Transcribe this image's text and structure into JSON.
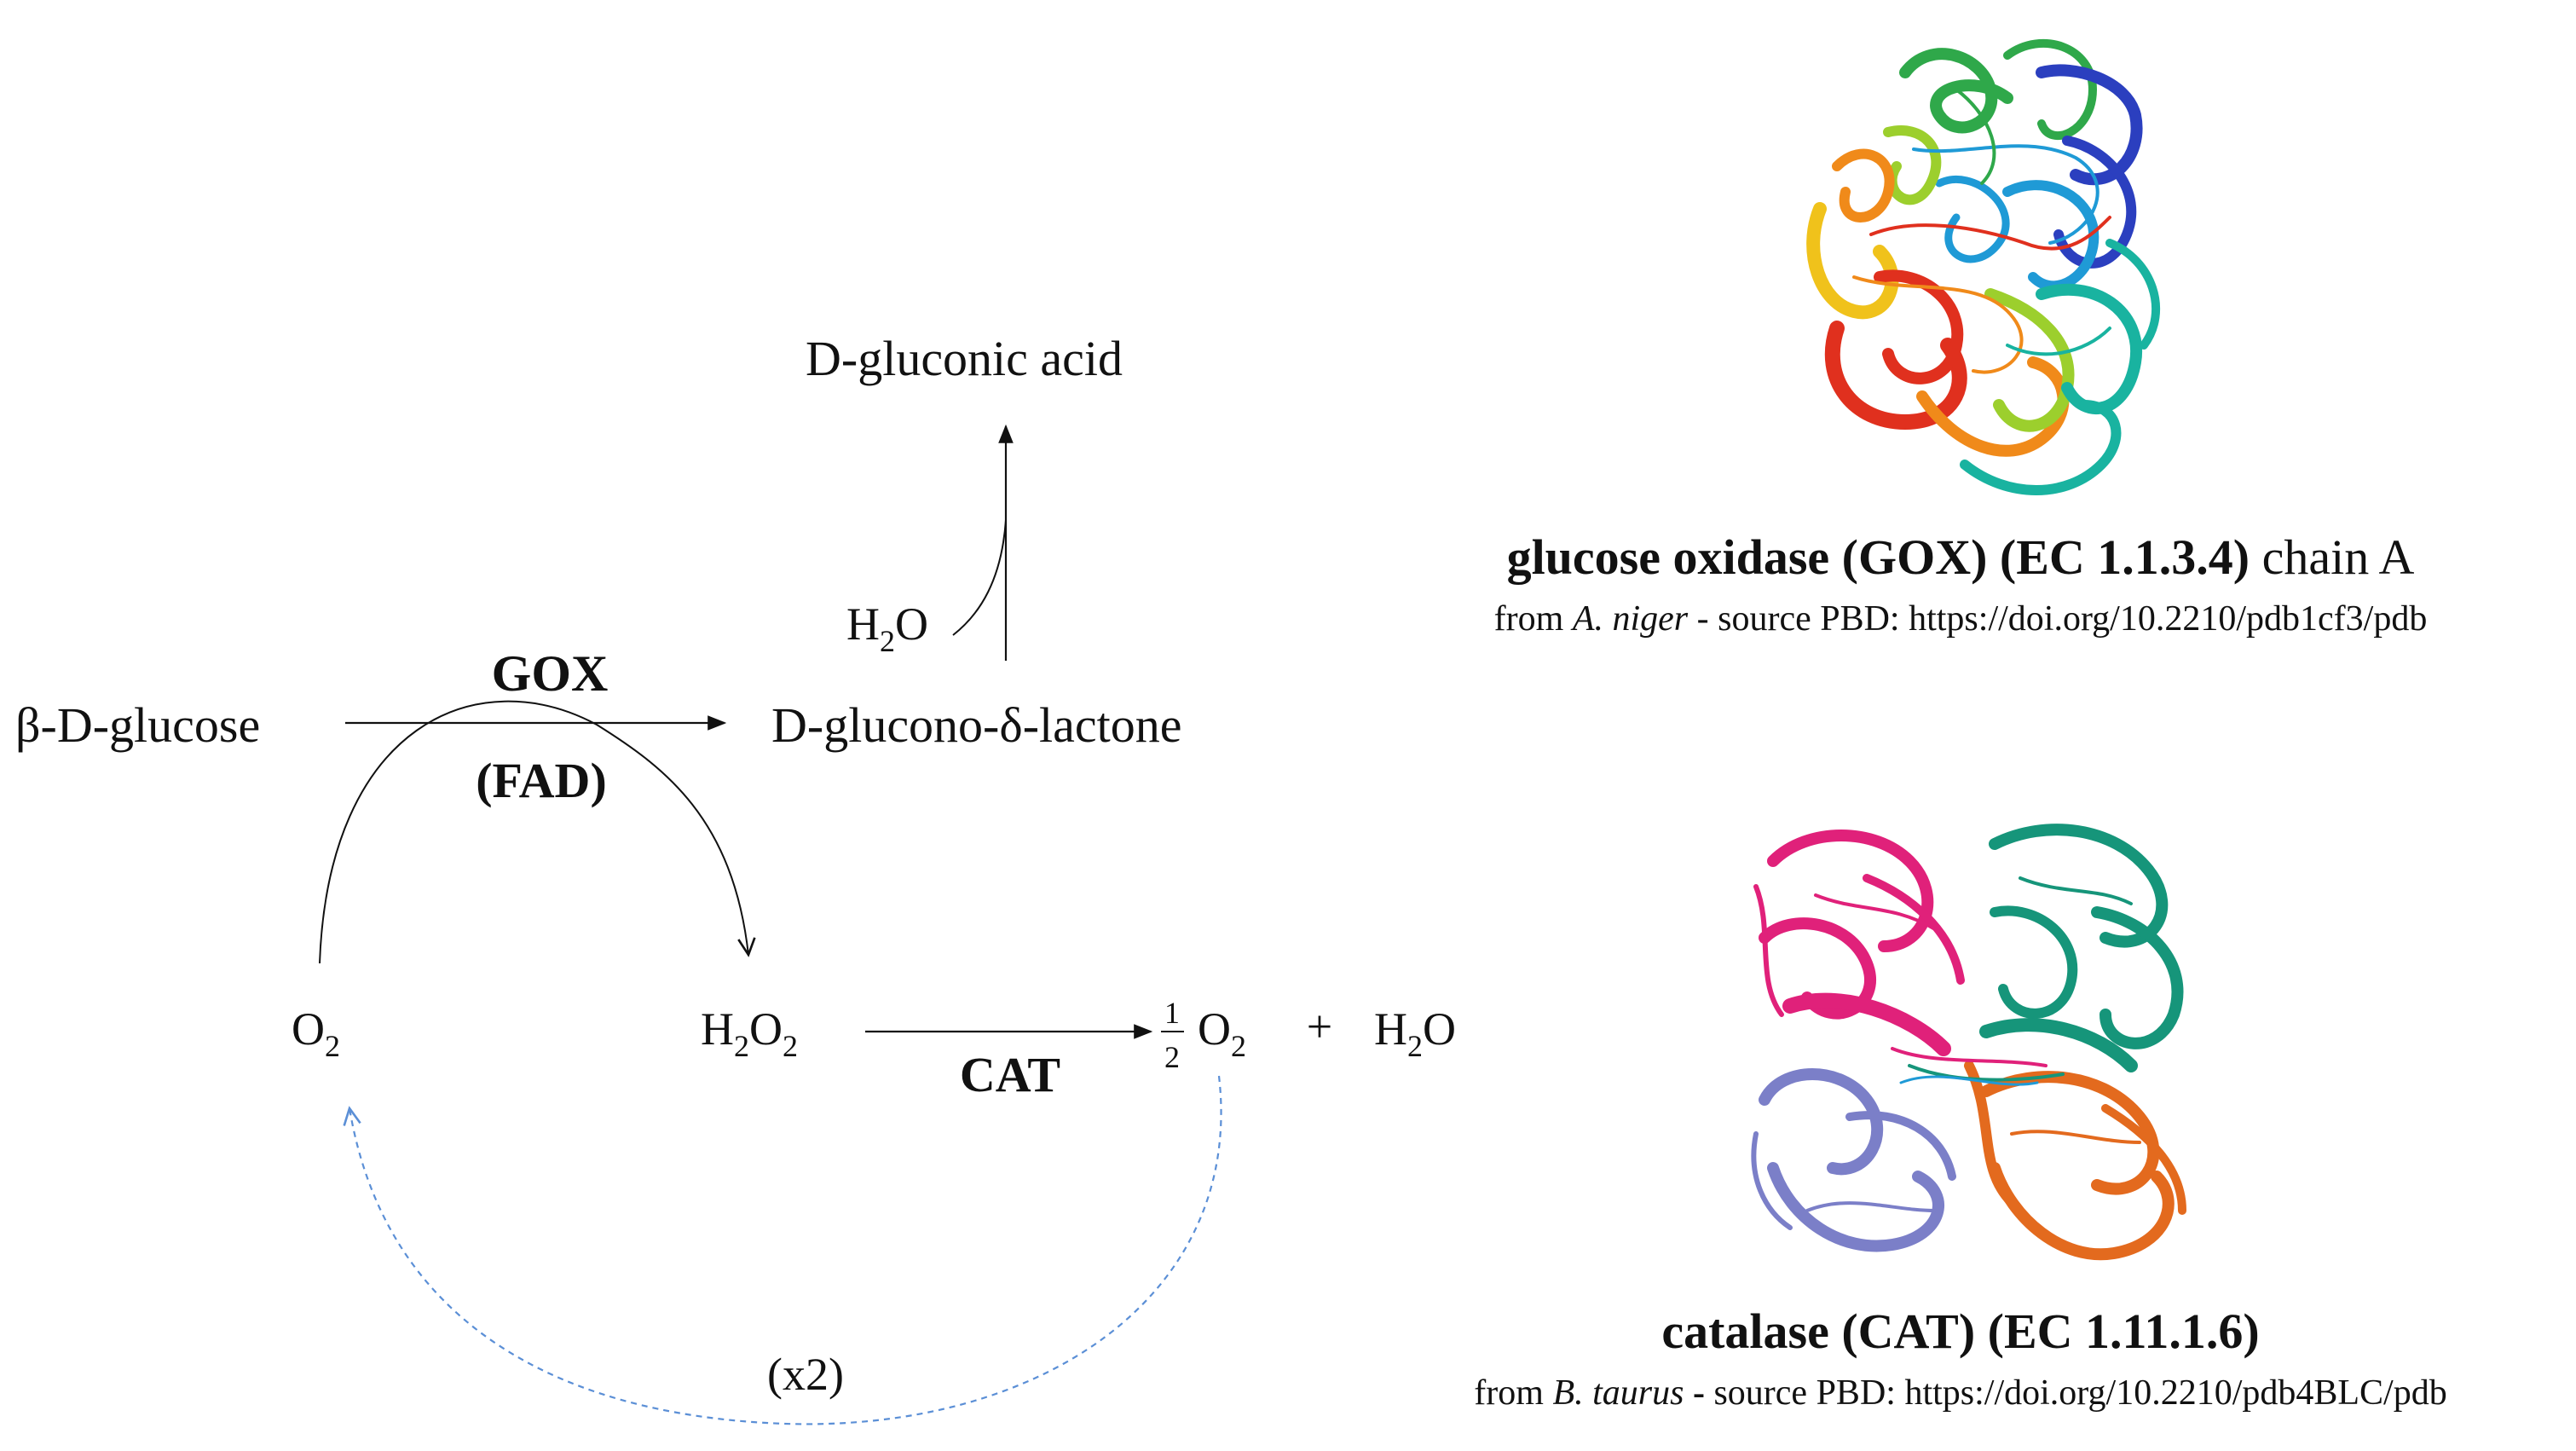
{
  "reaction": {
    "substrate": "β-D-glucose",
    "enzyme_gox": "GOX",
    "cofactor": "(FAD)",
    "lactone": "D-glucono-δ-lactone",
    "acid": "D-gluconic acid",
    "water_in": {
      "base": "H",
      "sub": "2",
      "tail": "O"
    },
    "oxygen": {
      "base": "O",
      "sub": "2"
    },
    "peroxide": {
      "base1": "H",
      "sub1": "2",
      "base2": "O",
      "sub2": "2"
    },
    "enzyme_cat": "CAT",
    "half_num": "1",
    "half_den": "2",
    "oxygen_out": {
      "base": "O",
      "sub": "2"
    },
    "plus": "+",
    "water_out": {
      "base": "H",
      "sub": "2",
      "tail": "O"
    },
    "recycle": "(x2)"
  },
  "gox_caption": {
    "name_bold": "glucose oxidase (GOX) (EC 1.1.3.4)",
    "name_rest": " chain A",
    "from": "from ",
    "organism": "A. niger",
    "source": " - source PBD: https://doi.org/10.2210/pdb1cf3/pdb"
  },
  "cat_caption": {
    "name_bold": "catalase (CAT) (EC 1.11.1.6)",
    "from": "from ",
    "organism": "B. taurus",
    "source_bold": " -",
    "source": " source PBD:  https://doi.org/10.2210/pdb4BLC/pdb"
  },
  "colors": {
    "arrow": "#111111",
    "recycle_arrow": "#5b8fd6",
    "gox_ribbon": [
      "#2b3fbf",
      "#1f9ad6",
      "#19b3a0",
      "#2fa84a",
      "#9ccf2d",
      "#f0c21b",
      "#f08a1a",
      "#e0301e"
    ],
    "cat_chains": [
      "#e0217a",
      "#16957a",
      "#7b7fc8",
      "#e36a1e"
    ]
  }
}
